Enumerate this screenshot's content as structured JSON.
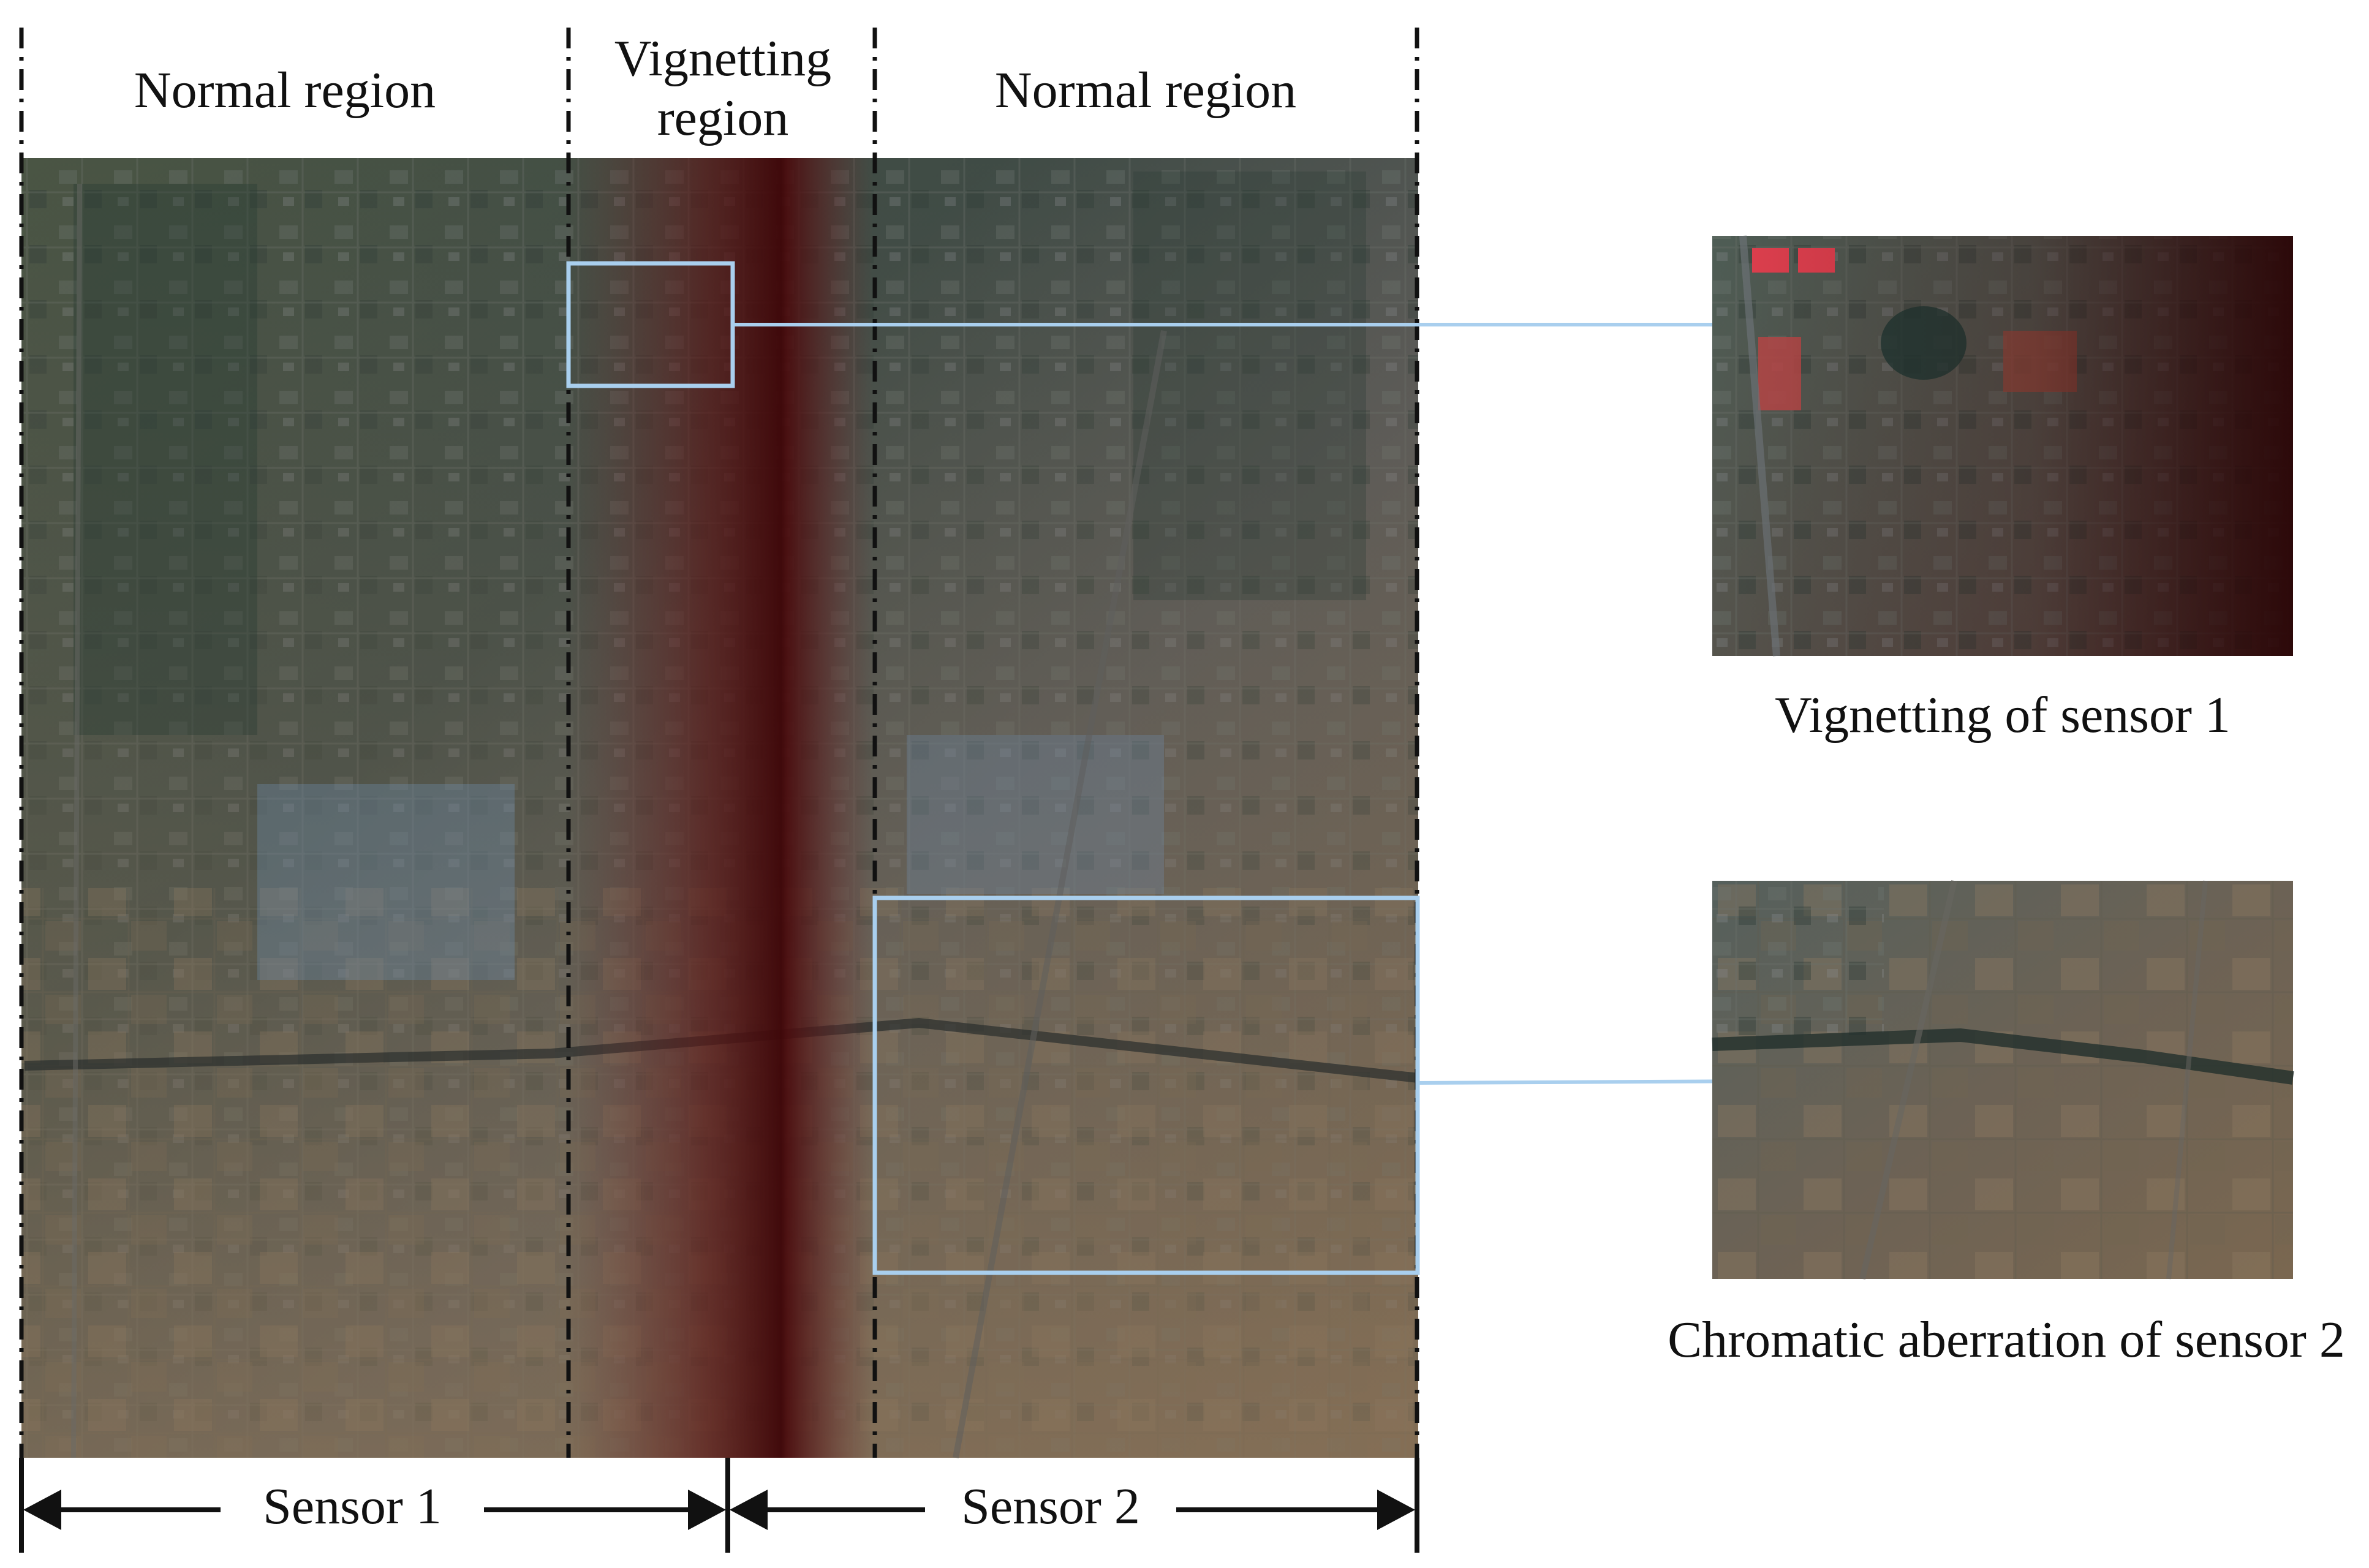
{
  "header": {
    "left_region": "Normal region",
    "middle_region_line1": "Vignetting",
    "middle_region_line2": "region",
    "right_region": "Normal region"
  },
  "insets": {
    "top_caption": "Vignetting of sensor 1",
    "bottom_caption": "Chromatic aberration of sensor 2"
  },
  "sensors": {
    "sensor1": "Sensor 1",
    "sensor2": "Sensor 2"
  },
  "colors": {
    "highlight_box": "#a9cfee",
    "vignette": "#4a0a0c",
    "divider": "#111111"
  }
}
